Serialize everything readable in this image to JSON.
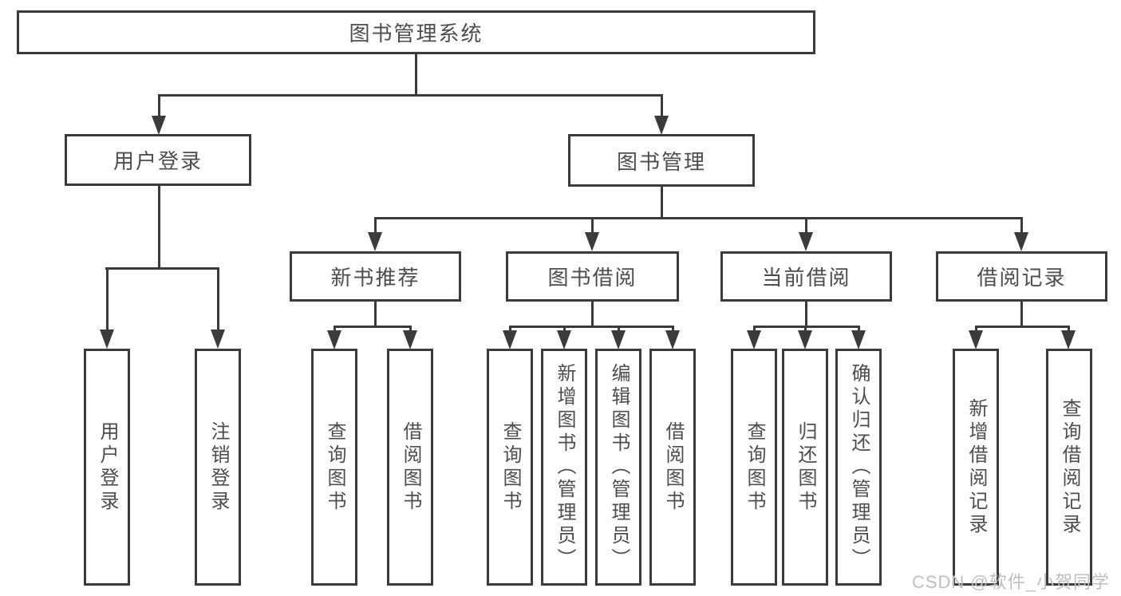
{
  "diagram": {
    "title": "图书管理系统",
    "colors": {
      "line": "#3b3b3b",
      "text": "#4d4d4d",
      "watermark": "#bfbfbf",
      "background": "#ffffff"
    },
    "tree": {
      "label": "图书管理系统",
      "children": [
        {
          "label": "用户登录",
          "children": [
            {
              "label": "用户登录"
            },
            {
              "label": "注销登录"
            }
          ]
        },
        {
          "label": "图书管理",
          "children": [
            {
              "label": "新书推荐",
              "children": [
                {
                  "label": "查询图书"
                },
                {
                  "label": "借阅图书"
                }
              ]
            },
            {
              "label": "图书借阅",
              "children": [
                {
                  "label": "查询图书"
                },
                {
                  "label": "新增图书（管理员）"
                },
                {
                  "label": "编辑图书（管理员）"
                },
                {
                  "label": "借阅图书"
                }
              ]
            },
            {
              "label": "当前借阅",
              "children": [
                {
                  "label": "查询图书"
                },
                {
                  "label": "归还图书"
                },
                {
                  "label": "确认归还（管理员）"
                }
              ]
            },
            {
              "label": "借阅记录",
              "children": [
                {
                  "label": "新增借阅记录"
                },
                {
                  "label": "查询借阅记录"
                }
              ]
            }
          ]
        }
      ]
    }
  },
  "watermark": "CSDN @软件_小贺同学"
}
